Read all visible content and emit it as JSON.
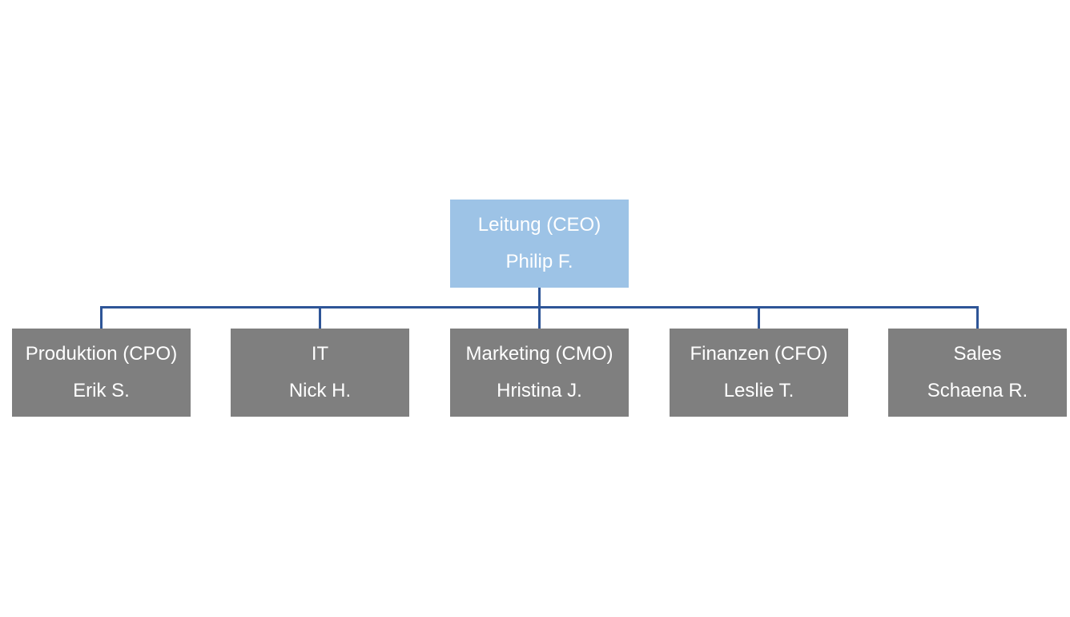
{
  "org_chart": {
    "root": {
      "title": "Leitung (CEO)",
      "person": "Philip F."
    },
    "children": [
      {
        "title": "Produktion (CPO)",
        "person": "Erik S."
      },
      {
        "title": "IT",
        "person": "Nick H."
      },
      {
        "title": "Marketing (CMO)",
        "person": "Hristina J."
      },
      {
        "title": "Finanzen (CFO)",
        "person": "Leslie T."
      },
      {
        "title": "Sales",
        "person": "Schaena R."
      }
    ],
    "colors": {
      "root_fill": "#9DC3E6",
      "child_fill": "#7F7F7F",
      "text": "#FFFFFF",
      "connector": "#2E5597"
    }
  }
}
